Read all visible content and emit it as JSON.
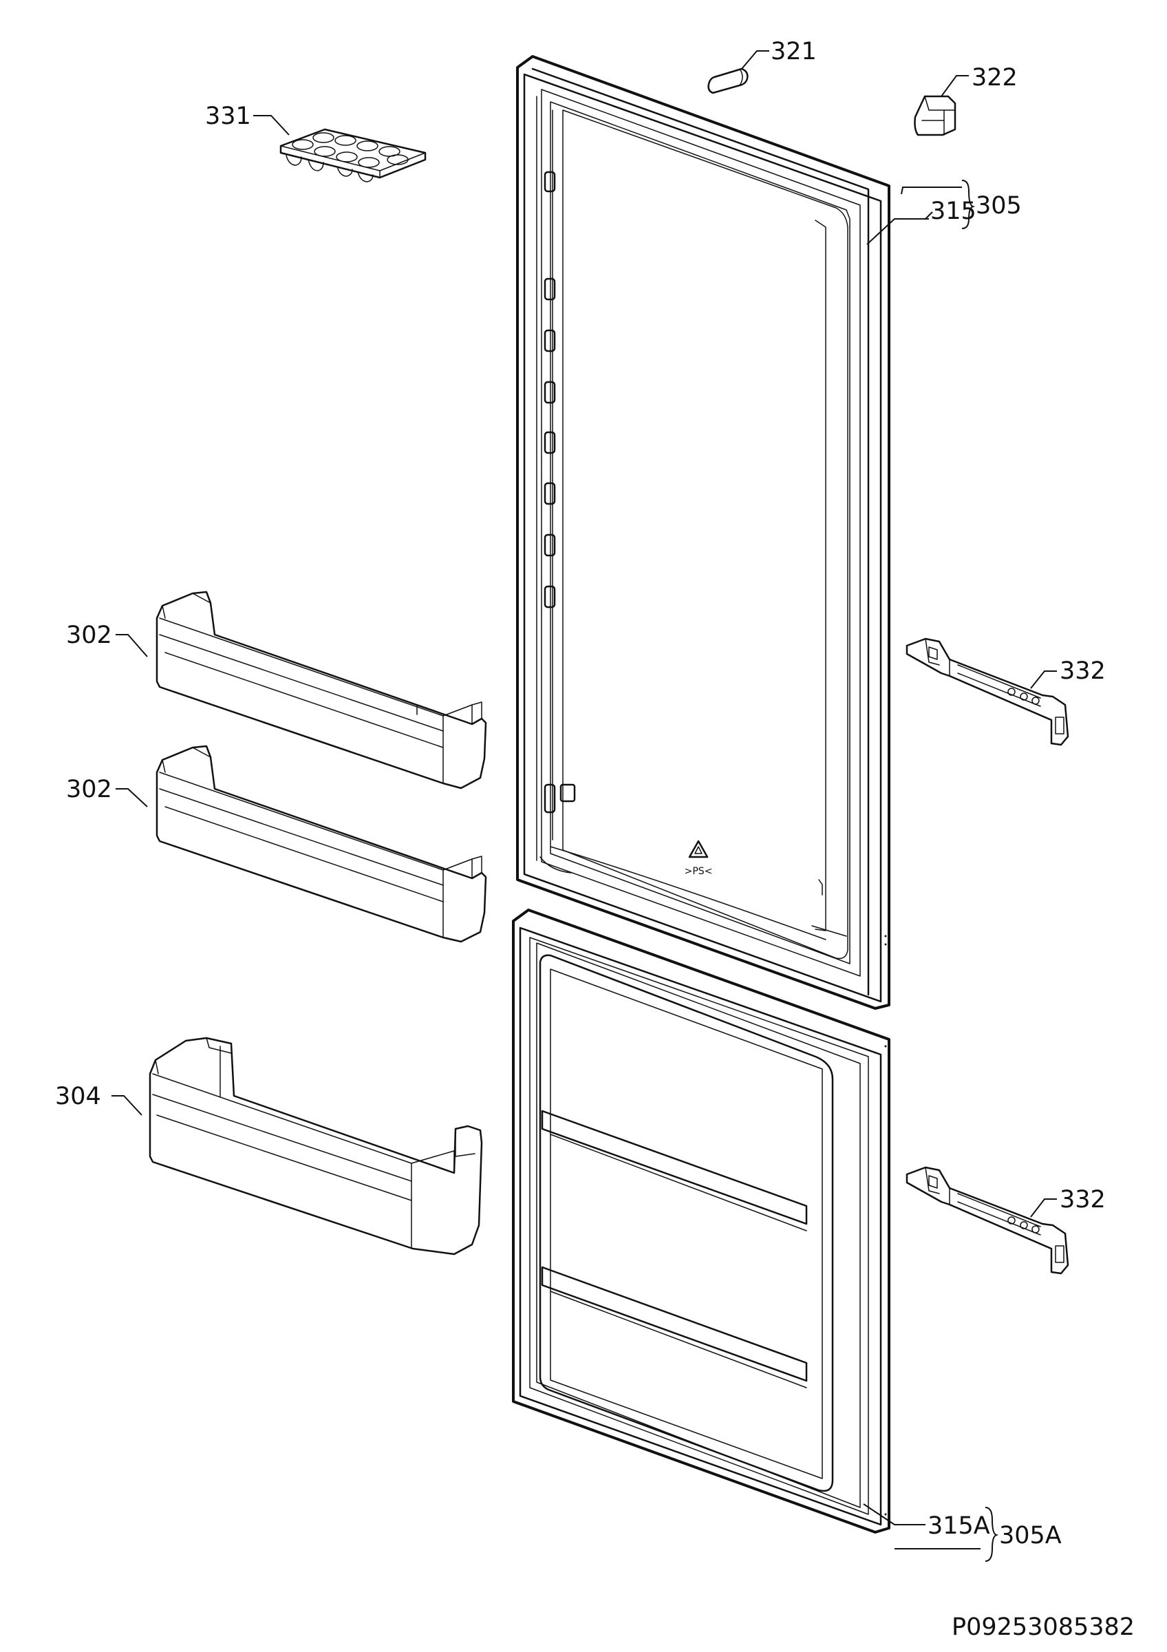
{
  "callouts": {
    "p321": "321",
    "p322": "322",
    "p331": "331",
    "p315": "315",
    "p305": "305",
    "p302a": "302",
    "p302b": "302",
    "p332a": "332",
    "p304": "304",
    "p332b": "332",
    "p315A": "315A",
    "p305A": "305A"
  },
  "door_marking": ">PS<",
  "drawing_id": "P09253085382"
}
